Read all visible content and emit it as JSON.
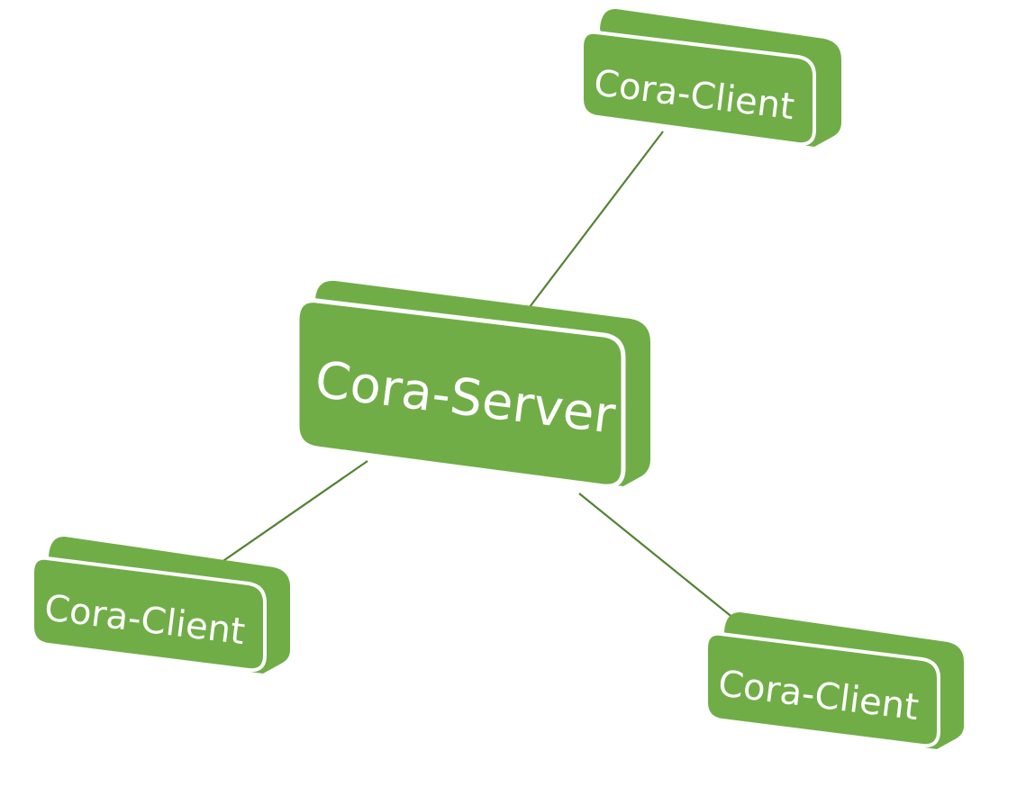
{
  "colors": {
    "node_fill": "#70AD47",
    "node_edge": "#ffffff",
    "connector": "#548235"
  },
  "server": {
    "label": "Cora-Server"
  },
  "clients": [
    {
      "label": "Cora-Client"
    },
    {
      "label": "Cora-Client"
    },
    {
      "label": "Cora-Client"
    }
  ]
}
